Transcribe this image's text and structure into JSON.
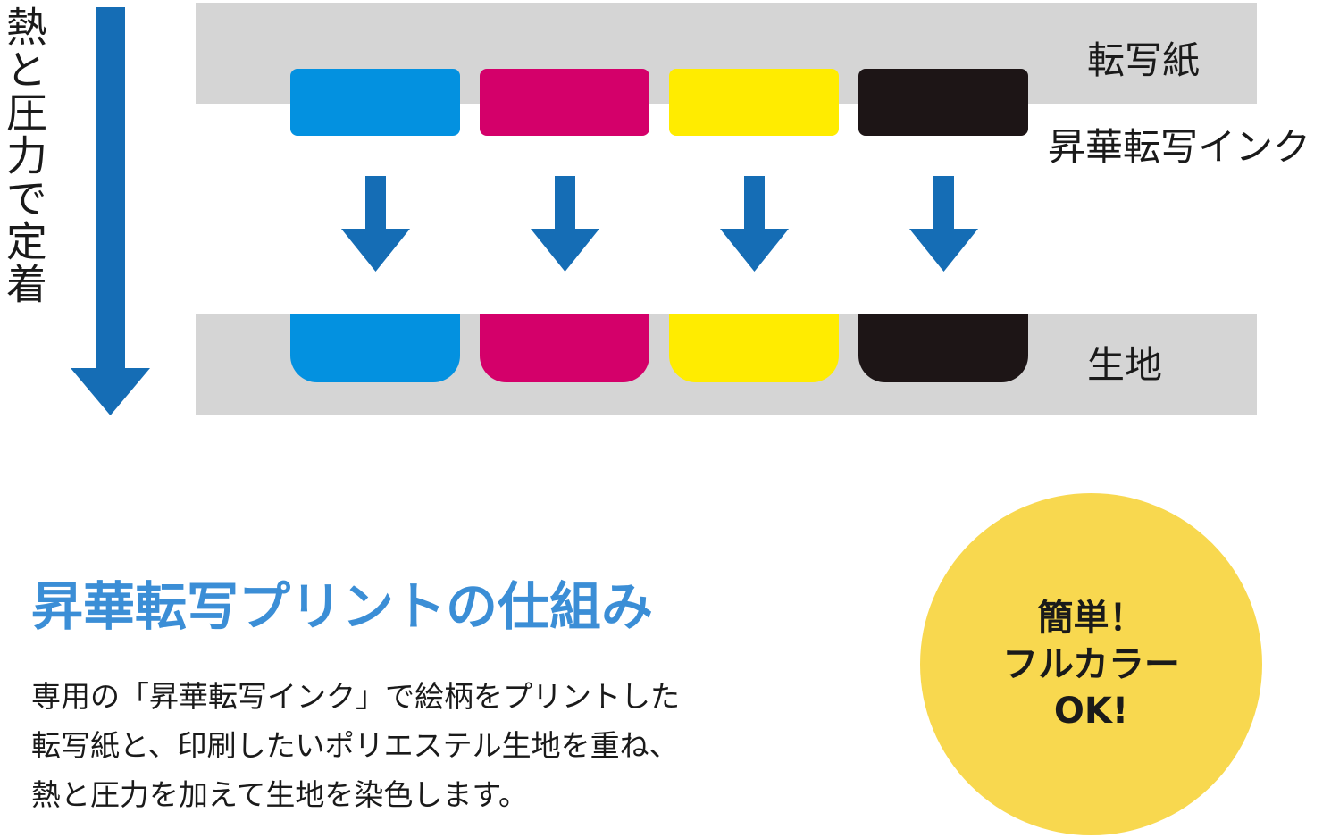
{
  "process_label": "熱と圧力で定着",
  "labels": {
    "transfer_paper": "転写紙",
    "sublimation_ink": "昇華転写インク",
    "fabric": "生地"
  },
  "inks": [
    {
      "name": "cyan",
      "color": "#0391e0"
    },
    {
      "name": "magenta",
      "color": "#d4006a"
    },
    {
      "name": "yellow",
      "color": "#ffec00"
    },
    {
      "name": "black",
      "color": "#1d1516"
    }
  ],
  "colors": {
    "arrow": "#156db5",
    "title": "#3b8ed6",
    "badge": "#f8d84f",
    "band": "#d5d5d5"
  },
  "title": "昇華転写プリントの仕組み",
  "description": [
    "専用の「昇華転写インク」で絵柄をプリントした",
    "転写紙と、印刷したいポリエステル生地を重ね、",
    "熱と圧力を加えて生地を染色します。"
  ],
  "badge": {
    "line1": "簡単！",
    "line2": "フルカラー",
    "line3": "OK!"
  }
}
